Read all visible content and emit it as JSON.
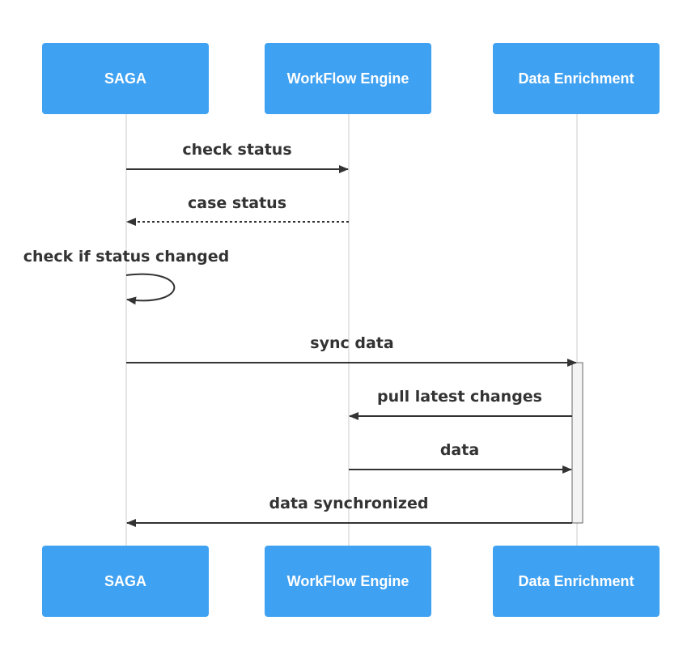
{
  "diagram": {
    "participants": [
      {
        "id": "saga",
        "label": "SAGA"
      },
      {
        "id": "workflow",
        "label": "WorkFlow Engine"
      },
      {
        "id": "enrichment",
        "label": "Data Enrichment"
      }
    ],
    "messages": [
      {
        "from": "saga",
        "to": "workflow",
        "label": "check status",
        "style": "solid"
      },
      {
        "from": "workflow",
        "to": "saga",
        "label": "case status",
        "style": "dashed"
      },
      {
        "from": "saga",
        "to": "saga",
        "label": "check if status changed",
        "style": "solid"
      },
      {
        "from": "saga",
        "to": "enrichment",
        "label": "sync data",
        "style": "solid"
      },
      {
        "from": "enrichment",
        "to": "workflow",
        "label": "pull latest changes",
        "style": "solid"
      },
      {
        "from": "workflow",
        "to": "enrichment",
        "label": "data",
        "style": "solid"
      },
      {
        "from": "enrichment",
        "to": "saga",
        "label": "data synchronized",
        "style": "solid"
      }
    ],
    "colors": {
      "actor_fill": "#3fa1f2",
      "actor_text": "#ffffff",
      "lifeline": "#cccccc",
      "arrow": "#333333",
      "activation_fill": "#f4f4f4",
      "activation_stroke": "#666666"
    }
  }
}
